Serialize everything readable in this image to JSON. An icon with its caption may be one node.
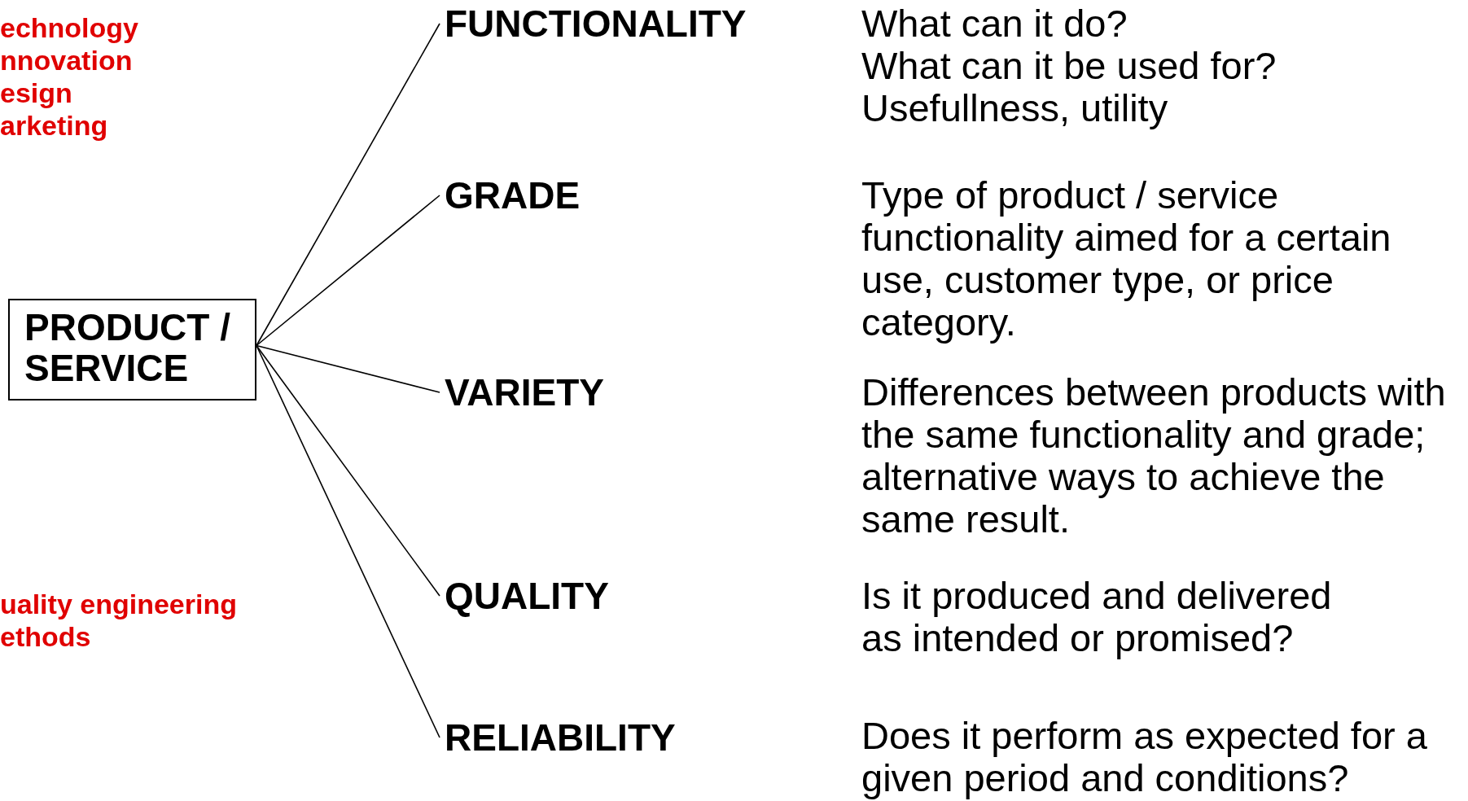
{
  "diagram": {
    "nodes": [
      {
        "text": [
          "PRODUCT / SERVICE"
        ]
      },
      {
        "text": [
          "FUNCTIONALITY"
        ]
      },
      {
        "text": [
          "GRADE"
        ]
      },
      {
        "text": [
          "VARIETY"
        ]
      },
      {
        "text": [
          "QUALITY"
        ]
      },
      {
        "text": [
          "RELIABILITY"
        ]
      }
    ],
    "edges": [
      {
        "from": 0,
        "to": 1,
        "arrow": "none"
      },
      {
        "from": 0,
        "to": 2,
        "arrow": "none"
      },
      {
        "from": 0,
        "to": 3,
        "arrow": "none"
      },
      {
        "from": 0,
        "to": 4,
        "arrow": "none"
      },
      {
        "from": 0,
        "to": 5,
        "arrow": "none"
      }
    ],
    "labels": [
      "echnology",
      "nnovation",
      "esign",
      "arketing",
      "uality engineering",
      "ethods",
      "What can it do?",
      "What can it be used for?",
      "Usefullness, utility",
      "Type of product / service functionality aimed for a certain use, customer type, or price category.",
      "Differences between products with the same functionality and grade; alternative ways to achieve the same result.",
      "Is it produced and delivered as intended or promised?",
      "Does it perform as expected for a given period and conditions?"
    ]
  }
}
